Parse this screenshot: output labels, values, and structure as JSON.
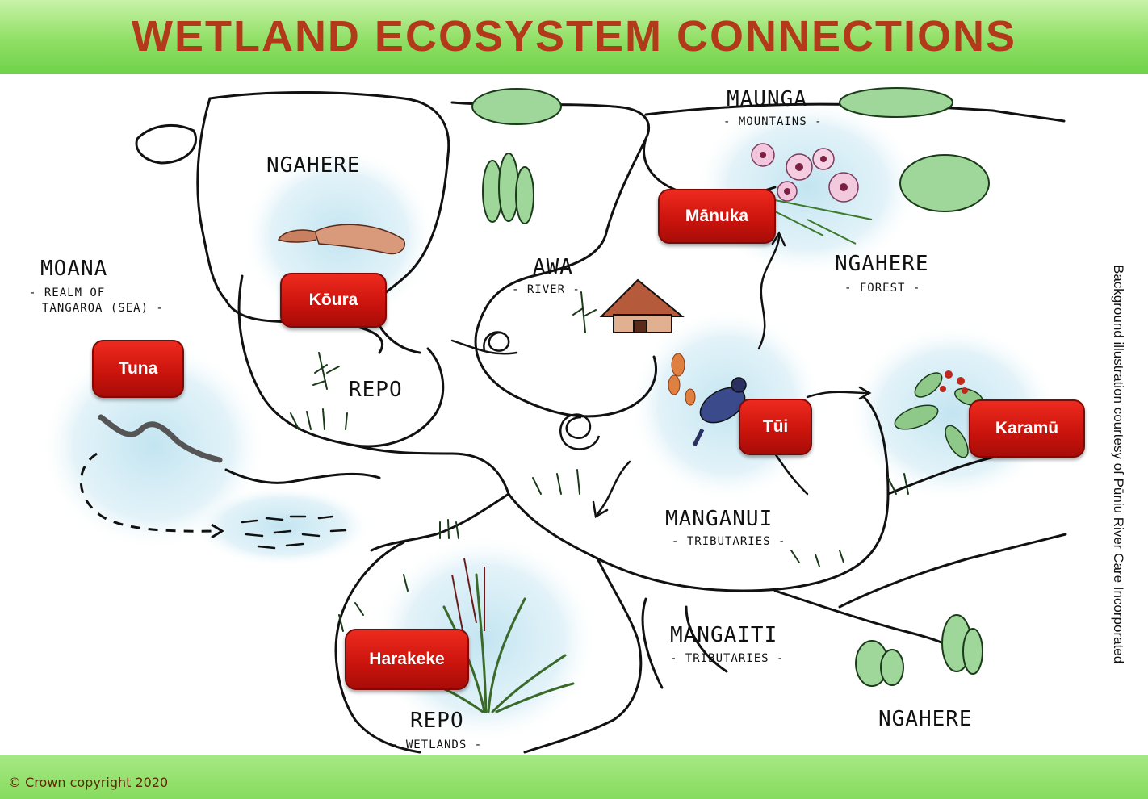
{
  "title": "WETLAND ECOSYSTEM CONNECTIONS",
  "copyright": "© Crown copyright 2020",
  "credit": "Background illustration courtesy of Pūniu River Care Incorporated",
  "labels": {
    "ngahere_top": "NGAHERE",
    "moana": "MOANA",
    "moana_sub1": "- REALM OF",
    "moana_sub2": "TANGAROA (SEA) -",
    "repo_top": "REPO",
    "maunga": "MAUNGA",
    "maunga_sub": "- MOUNTAINS -",
    "awa": "AWA",
    "awa_sub": "- RIVER -",
    "ngahere_right": "NGAHERE",
    "ngahere_right_sub": "- FOREST -",
    "manganui": "MANGANUI",
    "manganui_sub": "- TRIBUTARIES -",
    "mangaiti": "MANGAITI",
    "mangaiti_sub": "- TRIBUTARIES -",
    "repo_bottom": "REPO",
    "repo_bottom_sub": "- WETLANDS -",
    "ngahere_bottom": "NGAHERE"
  },
  "buttons": {
    "manuka": "Mānuka",
    "koura": "Kōura",
    "tuna": "Tuna",
    "tui": "Tūi",
    "karamu": "Karamū",
    "harakeke": "Harakeke"
  },
  "colors": {
    "title": "#b23a1a",
    "header_green": "#8fdf64",
    "button_red": "#d8170e",
    "glow_blue": "#bfe3f0"
  }
}
